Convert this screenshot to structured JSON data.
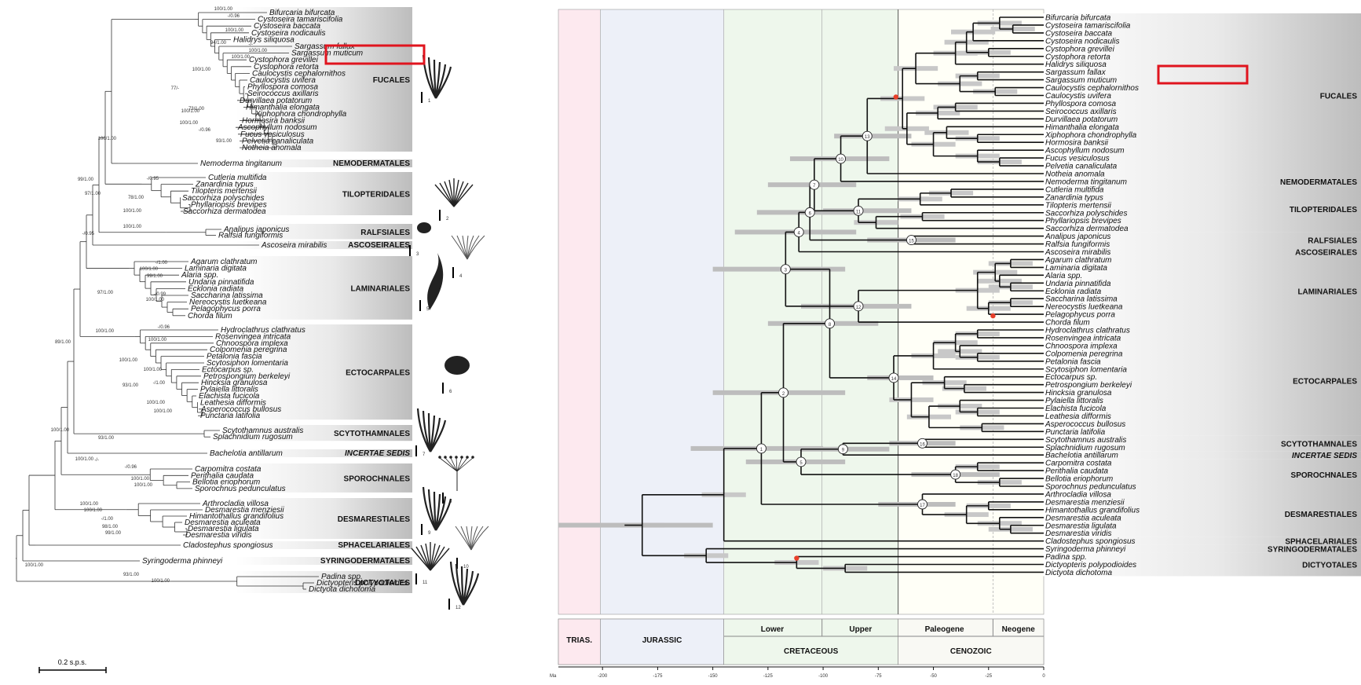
{
  "left_panel": {
    "orders": [
      {
        "name": "FUCALES",
        "taxa": [
          "Bifurcaria bifurcata",
          "Cystoseira tamariscifolia",
          "Cystoseira baccata",
          "Cystoseira nodicaulis",
          "Halidrys siliquosa",
          "Sargassum fallax",
          "Sargassum muticum",
          "Cystophora grevillei",
          "Cystophora retorta",
          "Caulocystis cephalornithos",
          "Caulocystis uvifera",
          "Phyllospora comosa",
          "Seirococcus axillaris",
          "Durvillaea potatorum",
          "Himanthalia elongata",
          "Xiphophora chondrophylla",
          "Hormosira banksii",
          "Ascophyllum nodosum",
          "Fucus vesiculosus",
          "Pelvetia canaliculata",
          "Notheia anomala"
        ]
      },
      {
        "name": "NEMODERMATALES",
        "taxa": [
          "Nemoderma tingitanum"
        ]
      },
      {
        "name": "TILOPTERIDALES",
        "taxa": [
          "Cutleria multifida",
          "Zanardinia typus",
          "Tilopteris mertensii",
          "Saccorhiza polyschides",
          "Phyllariopsis brevipes",
          "Saccorhiza dermatodea"
        ]
      },
      {
        "name": "RALFSIALES",
        "taxa": [
          "Analipus japonicus",
          "Ralfsia fungiformis"
        ]
      },
      {
        "name": "ASCOSEIRALES",
        "taxa": [
          "Ascoseira mirabilis"
        ]
      },
      {
        "name": "LAMINARIALES",
        "taxa": [
          "Agarum clathratum",
          "Laminaria digitata",
          "Alaria spp.",
          "Undaria pinnatifida",
          "Ecklonia radiata",
          "Saccharina latissima",
          "Nereocystis luetkeana",
          "Pelagophycus porra",
          "Chorda filum"
        ]
      },
      {
        "name": "ECTOCARPALES",
        "taxa": [
          "Hydroclathrus clathratus",
          "Rosenvingea intricata",
          "Chnoospora implexa",
          "Colpomenia peregrina",
          "Petalonia fascia",
          "Scytosiphon lomentaria",
          "Ectocarpus sp.",
          "Petrospongium berkeleyi",
          "Hincksia granulosa",
          "Pylaiella littoralis",
          "Elachista fucicola",
          "Leathesia difformis",
          "Asperococcus bullosus",
          "Punctaria latifolia"
        ]
      },
      {
        "name": "SCYTOTHAMNALES",
        "taxa": [
          "Scytothamnus australis",
          "Splachnidium rugosum"
        ]
      },
      {
        "name": "INCERTAE SEDIS",
        "taxa": [
          "Bachelotia antillarum"
        ]
      },
      {
        "name": "SPOROCHNALES",
        "taxa": [
          "Carpomitra costata",
          "Perithalia caudata",
          "Bellotia eriophorum",
          "Sporochnus pedunculatus"
        ]
      },
      {
        "name": "DESMARESTIALES",
        "taxa": [
          "Arthrocladia villosa",
          "Desmarestia menziesii",
          "Himantothallus grandifolius",
          "Desmarestia aculeata",
          "Desmarestia ligulata",
          "Desmarestia viridis"
        ]
      },
      {
        "name": "SPHACELARIALES",
        "taxa": [
          "Cladostephus spongiosus"
        ]
      },
      {
        "name": "SYRINGODERMATALES",
        "taxa": [
          "Syringoderma phinneyi"
        ]
      },
      {
        "name": "DICTYOTALES",
        "taxa": [
          "Padina spp.",
          "Dictyopteris polypodioides",
          "Dictyota dichotoma"
        ]
      }
    ],
    "support_labels": [
      "100/1.00",
      "-/0.96",
      "100/1.00",
      "-/-",
      "94/1.00",
      "100/1.00",
      "100/1.00",
      "100/1.00",
      "77/-",
      "100/1.00",
      "73/1.00",
      "100/1.00",
      "-/0.96",
      "93/1.00",
      "100/1.00",
      "-/0.95",
      "99/1.00",
      "97/1.00",
      "78/1.00",
      "100/1.00",
      "100/1.00",
      "-/0.95",
      "-/1.00",
      "100/1.00",
      "99/1.00",
      "97/1.00",
      "-/0.99",
      "100/1.00",
      "100/1.00",
      "-/0.96",
      "100/1.00",
      "100/1.00",
      "100/1.00",
      "93/1.00",
      "-/1.00",
      "100/1.00",
      "100/1.00",
      "89/1.00",
      "93/1.00",
      "100/1.00",
      "100/1.00",
      "-/0.96",
      "100/1.00",
      "100/1.00",
      "100/1.00",
      "100/1.00",
      "-/1.00",
      "98/1.00",
      "99/1.00",
      "100/1.00",
      "93/1.00",
      "100/1.00",
      "-/-"
    ],
    "illustration_numbers": [
      "1",
      "2",
      "3",
      "4",
      "5",
      "6",
      "7",
      "8",
      "9",
      "10",
      "11",
      "12"
    ],
    "scale_label": "0.2 s.p.s."
  },
  "right_panel": {
    "taxa": [
      "Bifurcaria bifurcata",
      "Cystoseira tamariscifolia",
      "Cystoseira baccata",
      "Cystoseira nodicaulis",
      "Cystophora grevillei",
      "Cystophora retorta",
      "Halidrys siliquosa",
      "Sargassum fallax",
      "Sargassum muticum",
      "Caulocystis cephalornithos",
      "Caulocystis uvifera",
      "Phyllospora comosa",
      "Seirococcus axillaris",
      "Durvillaea potatorum",
      "Himanthalia elongata",
      "Xiphophora chondrophylla",
      "Hormosira banksii",
      "Ascophyllum nodosum",
      "Fucus vesiculosus",
      "Pelvetia canaliculata",
      "Notheia anomala",
      "Nemoderma tingitanum",
      "Cutleria multifida",
      "Zanardinia typus",
      "Tilopteris mertensii",
      "Saccorhiza polyschides",
      "Phyllariopsis brevipes",
      "Saccorhiza dermatodea",
      "Analipus japonicus",
      "Ralfsia fungiformis",
      "Ascoseira mirabilis",
      "Agarum clathratum",
      "Laminaria digitata",
      "Alaria spp.",
      "Undaria pinnatifida",
      "Ecklonia radiata",
      "Saccharina latissima",
      "Nereocystis luetkeana",
      "Pelagophycus porra",
      "Chorda filum",
      "Hydroclathrus clathratus",
      "Rosenvingea intricata",
      "Chnoospora implexa",
      "Colpomenia peregrina",
      "Petalonia fascia",
      "Scytosiphon lomentaria",
      "Ectocarpus sp.",
      "Petrospongium berkeleyi",
      "Hincksia granulosa",
      "Pylaiella littoralis",
      "Elachista fucicola",
      "Leathesia difformis",
      "Asperococcus bullosus",
      "Punctaria latifolia",
      "Scytothamnus australis",
      "Splachnidium rugosum",
      "Bachelotia antillarum",
      "Carpomitra costata",
      "Perithalia caudata",
      "Bellotia eriophorum",
      "Sporochnus pedunculatus",
      "Arthrocladia villosa",
      "Desmarestia menziesii",
      "Himantothallus grandifolius",
      "Desmarestia aculeata",
      "Desmarestia ligulata",
      "Desmarestia viridis",
      "Cladostephus spongiosus",
      "Syringoderma phinneyi",
      "Padina spp.",
      "Dictyopteris polypodioides",
      "Dictyota dichotoma"
    ],
    "orders": [
      {
        "name": "FUCALES",
        "first": 0,
        "last": 20
      },
      {
        "name": "NEMODERMATALES",
        "first": 21,
        "last": 21
      },
      {
        "name": "TILOPTERIDALES",
        "first": 22,
        "last": 27
      },
      {
        "name": "RALFSIALES",
        "first": 28,
        "last": 29
      },
      {
        "name": "ASCOSEIRALES",
        "first": 30,
        "last": 30
      },
      {
        "name": "LAMINARIALES",
        "first": 31,
        "last": 39
      },
      {
        "name": "ECTOCARPALES",
        "first": 40,
        "last": 53
      },
      {
        "name": "SCYTOTHAMNALES",
        "first": 54,
        "last": 55
      },
      {
        "name": "INCERTAE SEDIS",
        "first": 56,
        "last": 56
      },
      {
        "name": "SPOROCHNALES",
        "first": 57,
        "last": 60
      },
      {
        "name": "DESMARESTIALES",
        "first": 61,
        "last": 66
      },
      {
        "name": "SPHACELARIALES",
        "first": 67,
        "last": 67
      },
      {
        "name": "SYRINGODERMATALES",
        "first": 68,
        "last": 68
      },
      {
        "name": "DICTYOTALES",
        "first": 69,
        "last": 71
      }
    ],
    "node_labels": [
      "1",
      "2",
      "3",
      "4",
      "5",
      "6",
      "7",
      "8",
      "9",
      "10",
      "11",
      "12",
      "13",
      "14",
      "15",
      "16",
      "17",
      "18"
    ],
    "periods": [
      "TRIAS.",
      "JURASSIC",
      "CRETACEOUS",
      "CENOZOIC"
    ],
    "epochs": [
      "Lower",
      "Upper",
      "Paleogene",
      "Neogene"
    ],
    "axis_unit": "Ma",
    "axis_ticks": [
      -200,
      -175,
      -150,
      -125,
      -100,
      -75,
      -50,
      -25,
      0
    ],
    "highlight_color": "#e0141e",
    "calibration_color": "#e8402a"
  }
}
